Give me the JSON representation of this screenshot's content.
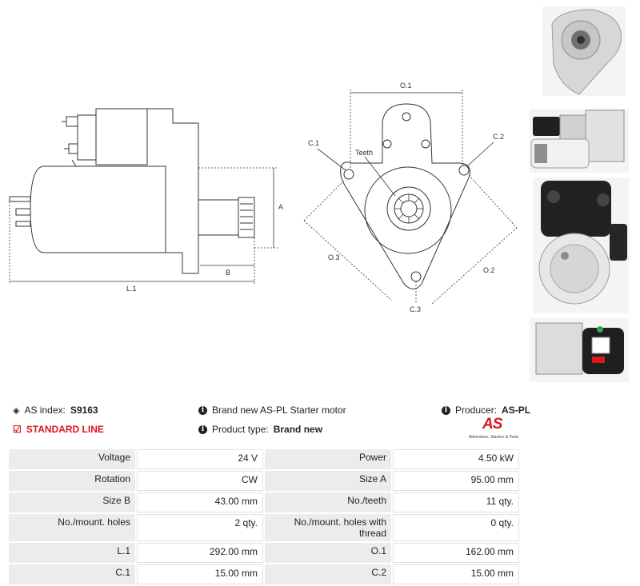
{
  "drawing": {
    "side_labels": {
      "a": "A",
      "b": "B",
      "l1": "L.1"
    },
    "front_labels": {
      "o1": "O.1",
      "o2": "O.2",
      "o3": "O.3",
      "c1": "C.1",
      "c2": "C.2",
      "c3": "C.3",
      "teeth": "Teeth"
    }
  },
  "info": {
    "index_label": "AS index:",
    "index_value": "S9163",
    "line_label": "STANDARD LINE",
    "desc": "Brand new AS-PL Starter motor",
    "type_label": "Product type:",
    "type_value": "Brand new",
    "producer_label": "Producer:",
    "producer_value": "AS-PL",
    "logo_text": "AS",
    "logo_tagline": "Alternators, Starters & Parts"
  },
  "specs": [
    [
      "Voltage",
      "24 V",
      "Power",
      "4.50 kW"
    ],
    [
      "Rotation",
      "CW",
      "Size A",
      "95.00 mm"
    ],
    [
      "Size B",
      "43.00 mm",
      "No./teeth",
      "11 qty."
    ],
    [
      "No./mount. holes",
      "2 qty.",
      "No./mount. holes with thread",
      "0 qty."
    ],
    [
      "L.1",
      "292.00 mm",
      "O.1",
      "162.00 mm"
    ],
    [
      "C.1",
      "15.00 mm",
      "C.2",
      "15.00 mm"
    ]
  ]
}
